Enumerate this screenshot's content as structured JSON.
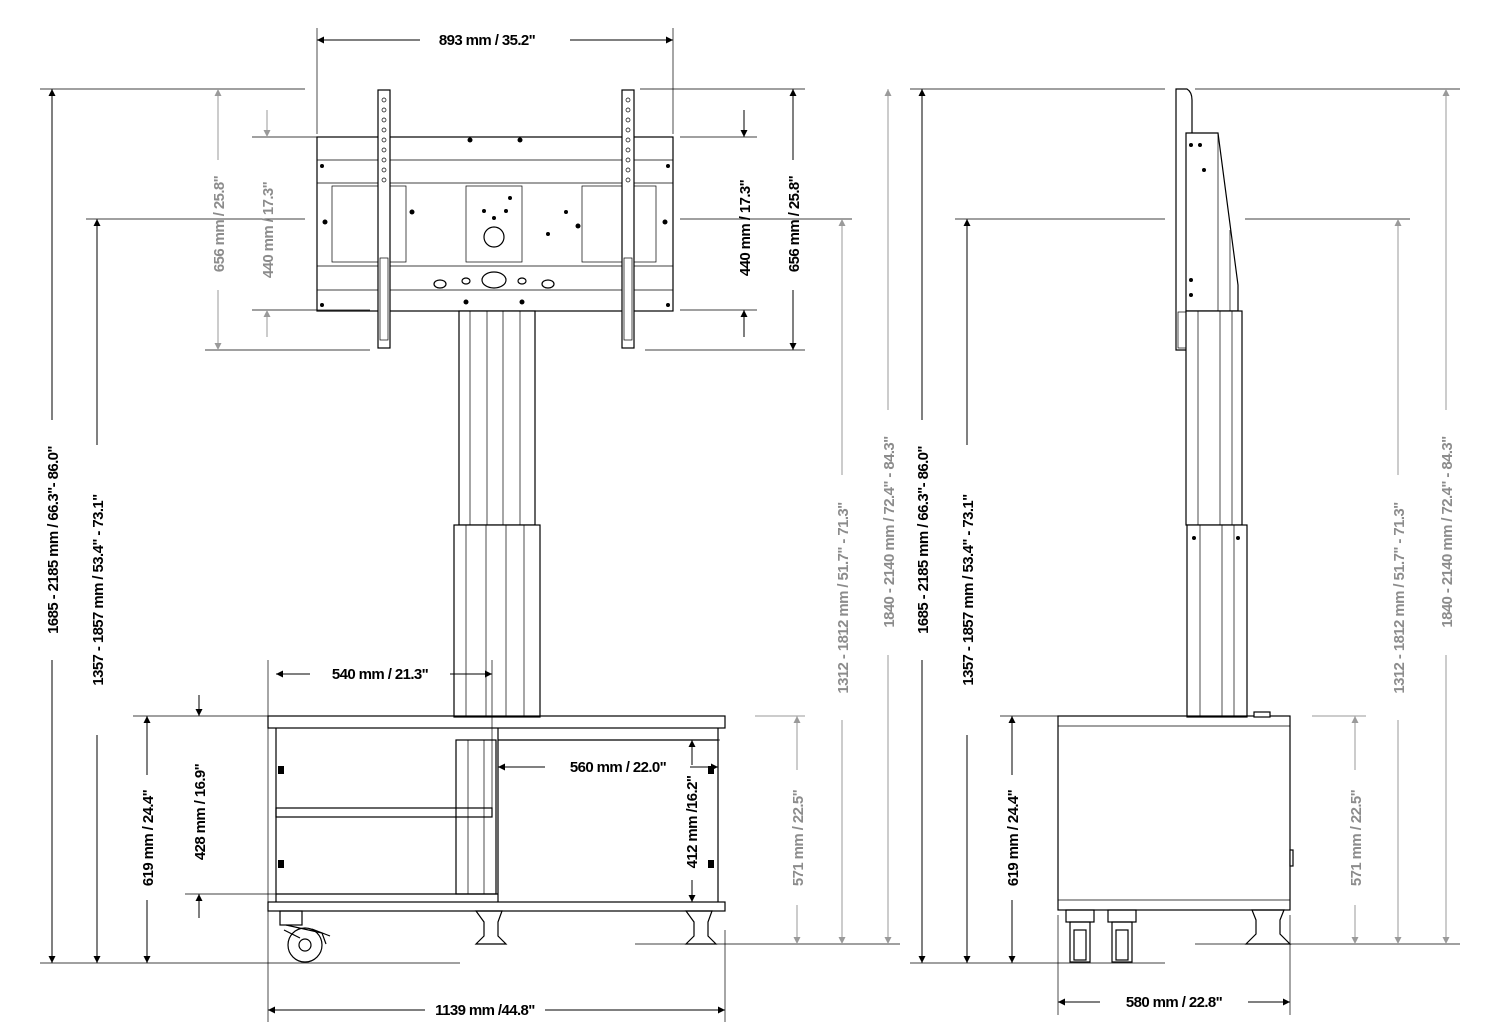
{
  "colors": {
    "ink": "#000000",
    "grey_dimension": "#8c8c8c",
    "background": "#ffffff"
  },
  "front_view": {
    "width_top": "893 mm / 35.2\"",
    "vesa_outer_left": "656 mm / 25.8\"",
    "vesa_inner_left": "440 mm / 17.3\"",
    "vesa_inner_right": "440 mm / 17.3\"",
    "vesa_outer_right": "656 mm / 25.8\"",
    "total_height": "1685 - 2185 mm / 66.3\"-  86.0\"",
    "center_height": "1357 - 1857 mm / 53.4\" - 73.1\"",
    "cabinet_height": "619 mm / 24.4\"",
    "shelf_height": "428 mm / 16.9\"",
    "shelf_width": "540 mm / 21.3\"",
    "compartment_width": "560 mm / 22.0\"",
    "compartment_height": "412 mm /16.2\"",
    "cabinet_top": "571 mm / 22.5\"",
    "mid_height": "1312 - 1812 mm / 51.7\" - 71.3\"",
    "top_height": "1840 - 2140 mm / 72.4\" - 84.3\"",
    "base_width": "1139 mm /44.8\""
  },
  "side_view": {
    "total_height": "1685 - 2185 mm / 66.3\"-  86.0\"",
    "center_height": "1357 - 1857 mm / 53.4\" - 73.1\"",
    "cabinet_height": "619 mm / 24.4\"",
    "cabinet_top": "571 mm / 22.5\"",
    "mid_height": "1312 - 1812 mm / 51.7\" - 71.3\"",
    "top_height": "1840 - 2140 mm / 72.4\" - 84.3\"",
    "depth": "580 mm / 22.8\""
  }
}
